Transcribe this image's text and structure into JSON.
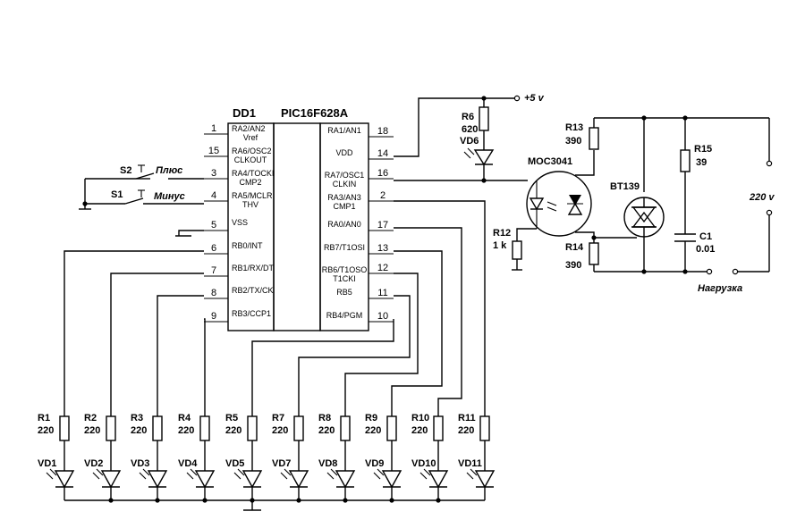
{
  "chip": {
    "ref": "DD1",
    "part": "PIC16F628A",
    "left_pins": [
      {
        "num": "1",
        "sig": "RA2/AN2",
        "sig2": "Vref"
      },
      {
        "num": "15",
        "sig": "RA6/OSC2",
        "sig2": "CLKOUT"
      },
      {
        "num": "3",
        "sig": "RA4/TOCKI",
        "sig2": "CMP2"
      },
      {
        "num": "4",
        "sig": "RA5/MCLR",
        "sig2": "THV"
      },
      {
        "num": "5",
        "sig": "VSS",
        "sig2": ""
      },
      {
        "num": "6",
        "sig": "RB0/INT",
        "sig2": ""
      },
      {
        "num": "7",
        "sig": "RB1/RX/DT",
        "sig2": ""
      },
      {
        "num": "8",
        "sig": "RB2/TX/CK",
        "sig2": ""
      },
      {
        "num": "9",
        "sig": "RB3/CCP1",
        "sig2": ""
      }
    ],
    "right_pins": [
      {
        "num": "18",
        "sig": "RA1/AN1",
        "sig2": ""
      },
      {
        "num": "14",
        "sig": "VDD",
        "sig2": ""
      },
      {
        "num": "16",
        "sig": "RA7/OSC1",
        "sig2": "CLKIN"
      },
      {
        "num": "2",
        "sig": "RA3/AN3",
        "sig2": "CMP1"
      },
      {
        "num": "17",
        "sig": "RA0/AN0",
        "sig2": ""
      },
      {
        "num": "13",
        "sig": "RB7/T1OSI",
        "sig2": ""
      },
      {
        "num": "12",
        "sig": "RB6/T1OSO",
        "sig2": "T1CKI"
      },
      {
        "num": "11",
        "sig": "RB5",
        "sig2": ""
      },
      {
        "num": "10",
        "sig": "RB4/PGM",
        "sig2": ""
      }
    ]
  },
  "switches": [
    {
      "ref": "S2",
      "label": "Плюс"
    },
    {
      "ref": "S1",
      "label": "Минус"
    }
  ],
  "resistors": [
    {
      "ref": "R1",
      "value": "220"
    },
    {
      "ref": "R2",
      "value": "220"
    },
    {
      "ref": "R3",
      "value": "220"
    },
    {
      "ref": "R4",
      "value": "220"
    },
    {
      "ref": "R5",
      "value": "220"
    },
    {
      "ref": "R7",
      "value": "220"
    },
    {
      "ref": "R8",
      "value": "220"
    },
    {
      "ref": "R9",
      "value": "220"
    },
    {
      "ref": "R10",
      "value": "220"
    },
    {
      "ref": "R11",
      "value": "220"
    }
  ],
  "leds": [
    "VD1",
    "VD2",
    "VD3",
    "VD4",
    "VD5",
    "VD7",
    "VD8",
    "VD9",
    "VD10",
    "VD11"
  ],
  "power": {
    "supply": "+5 v",
    "mains": "220 v",
    "load": "Нагрузка"
  },
  "parts": {
    "r6_ref": "R6",
    "r6_val": "620",
    "vd6": "VD6",
    "opto": "MOC3041",
    "triac": "BT139",
    "r12_ref": "R12",
    "r12_val": "1 k",
    "r13_ref": "R13",
    "r13_val": "390",
    "r14_ref": "R14",
    "r14_val": "390",
    "r15_ref": "R15",
    "r15_val": "39",
    "c1_ref": "C1",
    "c1_val": "0.01"
  }
}
